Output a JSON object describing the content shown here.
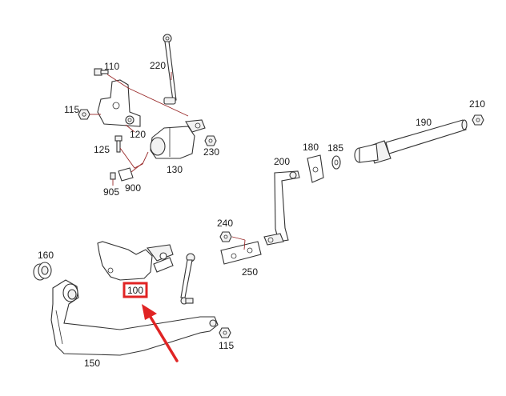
{
  "labels": {
    "l110": "110",
    "l220": "220",
    "l115a": "115",
    "l120": "120",
    "l125": "125",
    "l230": "230",
    "l130": "130",
    "l905": "905",
    "l900": "900",
    "l190": "190",
    "l210": "210",
    "l180": "180",
    "l185": "185",
    "l200": "200",
    "l240": "240",
    "l250": "250",
    "l160": "160",
    "l100": "100",
    "l115b": "115",
    "l150": "150"
  },
  "colors": {
    "line": "#333333",
    "callout": "#9a2b2b",
    "highlight": "#e02424",
    "arrow": "#e02424"
  },
  "highlighted_part": "100"
}
